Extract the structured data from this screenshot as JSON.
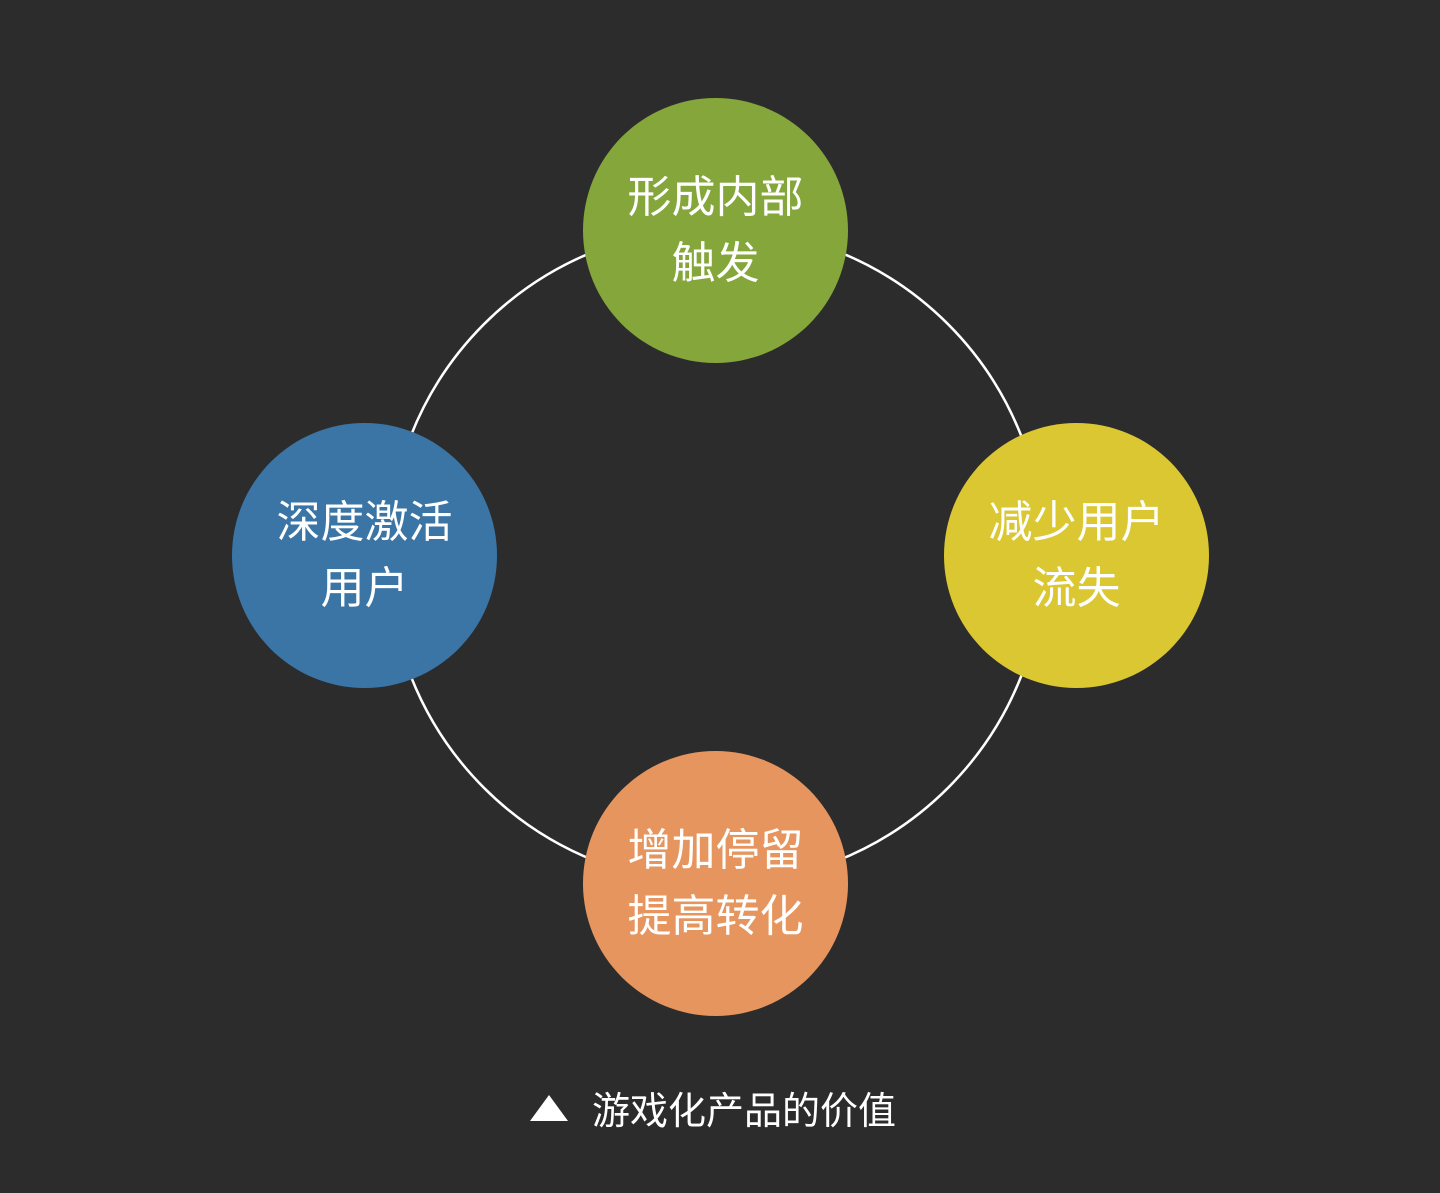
{
  "nodes": [
    {
      "id": "top",
      "lines": [
        "形成内部",
        "触发"
      ],
      "color": "#84a63a"
    },
    {
      "id": "right",
      "lines": [
        "减少用户",
        "流失"
      ],
      "color": "#dac732"
    },
    {
      "id": "bottom",
      "lines": [
        "增加停留",
        "提高转化"
      ],
      "color": "#e6955e"
    },
    {
      "id": "left",
      "lines": [
        "深度激活",
        "用户"
      ],
      "color": "#3a75a6"
    }
  ],
  "caption": {
    "text": "游戏化产品的价值",
    "icon": "triangle-up-icon"
  },
  "colors": {
    "background": "#2c2c2c",
    "ring": "#ffffff"
  }
}
